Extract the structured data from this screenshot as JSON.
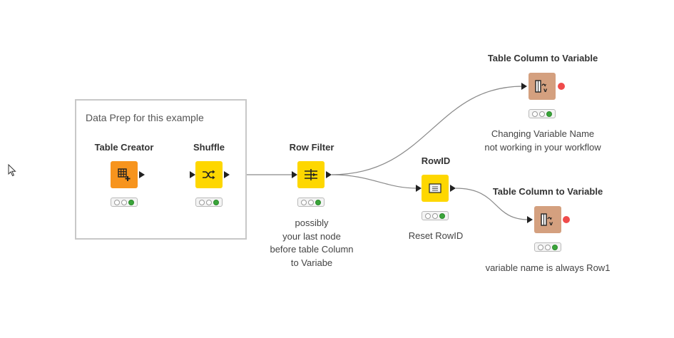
{
  "annotation": {
    "text": "Data Prep for this example"
  },
  "nodes": {
    "table_creator": {
      "title": "Table Creator",
      "color": "#f7941d",
      "icon": "table-creator-icon"
    },
    "shuffle": {
      "title": "Shuffle",
      "color": "#fed700",
      "icon": "shuffle-icon"
    },
    "row_filter": {
      "title": "Row Filter",
      "color": "#fed700",
      "icon": "row-filter-icon",
      "caption": [
        "possibly",
        "your last node",
        "before table Column",
        "to Variabe"
      ]
    },
    "rowid": {
      "title": "RowID",
      "color": "#fed700",
      "icon": "rowid-icon",
      "caption": [
        "Reset RowID"
      ]
    },
    "tcv_top": {
      "title": "Table Column to Variable",
      "color": "#d4a07f",
      "icon": "table-to-variable-icon",
      "caption": [
        "Changing Variable Name",
        "not working in your workflow"
      ]
    },
    "tcv_bottom": {
      "title": "Table Column to Variable",
      "color": "#d4a07f",
      "icon": "table-to-variable-icon",
      "caption": [
        "variable name is always Row1"
      ]
    }
  },
  "colors": {
    "wire": "#8a8a8a",
    "status_ok": "#3aa53a",
    "flow_port": "#ef4b4b"
  }
}
